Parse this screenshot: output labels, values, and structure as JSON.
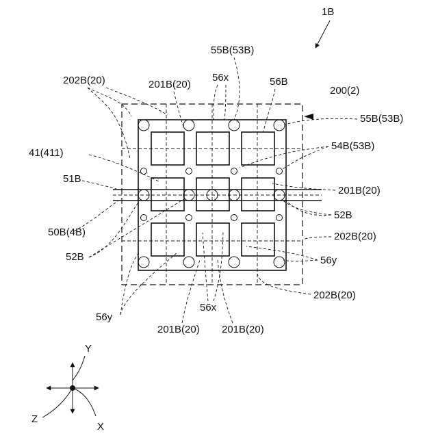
{
  "labels": {
    "fig": "1B",
    "l202B_top": "202B(20)",
    "l201B_top": "201B(20)",
    "l55B_top": "55B(53B)",
    "l56x_top": "56x",
    "l56B": "56B",
    "l200": "200(2)",
    "l55B_right": "55B(53B)",
    "l54B": "54B(53B)",
    "l41": "41(411)",
    "l51B": "51B",
    "l201B_right": "201B(20)",
    "l52B_right": "52B",
    "l202B_right": "202B(20)",
    "l50B": "50B(4B)",
    "l52B_left": "52B",
    "l56y_right": "56y",
    "l202B_bottom": "202B(20)",
    "l56x_bottom": "56x",
    "l56y_left": "56y",
    "l201B_bottom_left": "201B(20)",
    "l201B_bottom_right": "201B(20)"
  },
  "axes": {
    "y": "Y",
    "x": "X",
    "z": "Z"
  }
}
